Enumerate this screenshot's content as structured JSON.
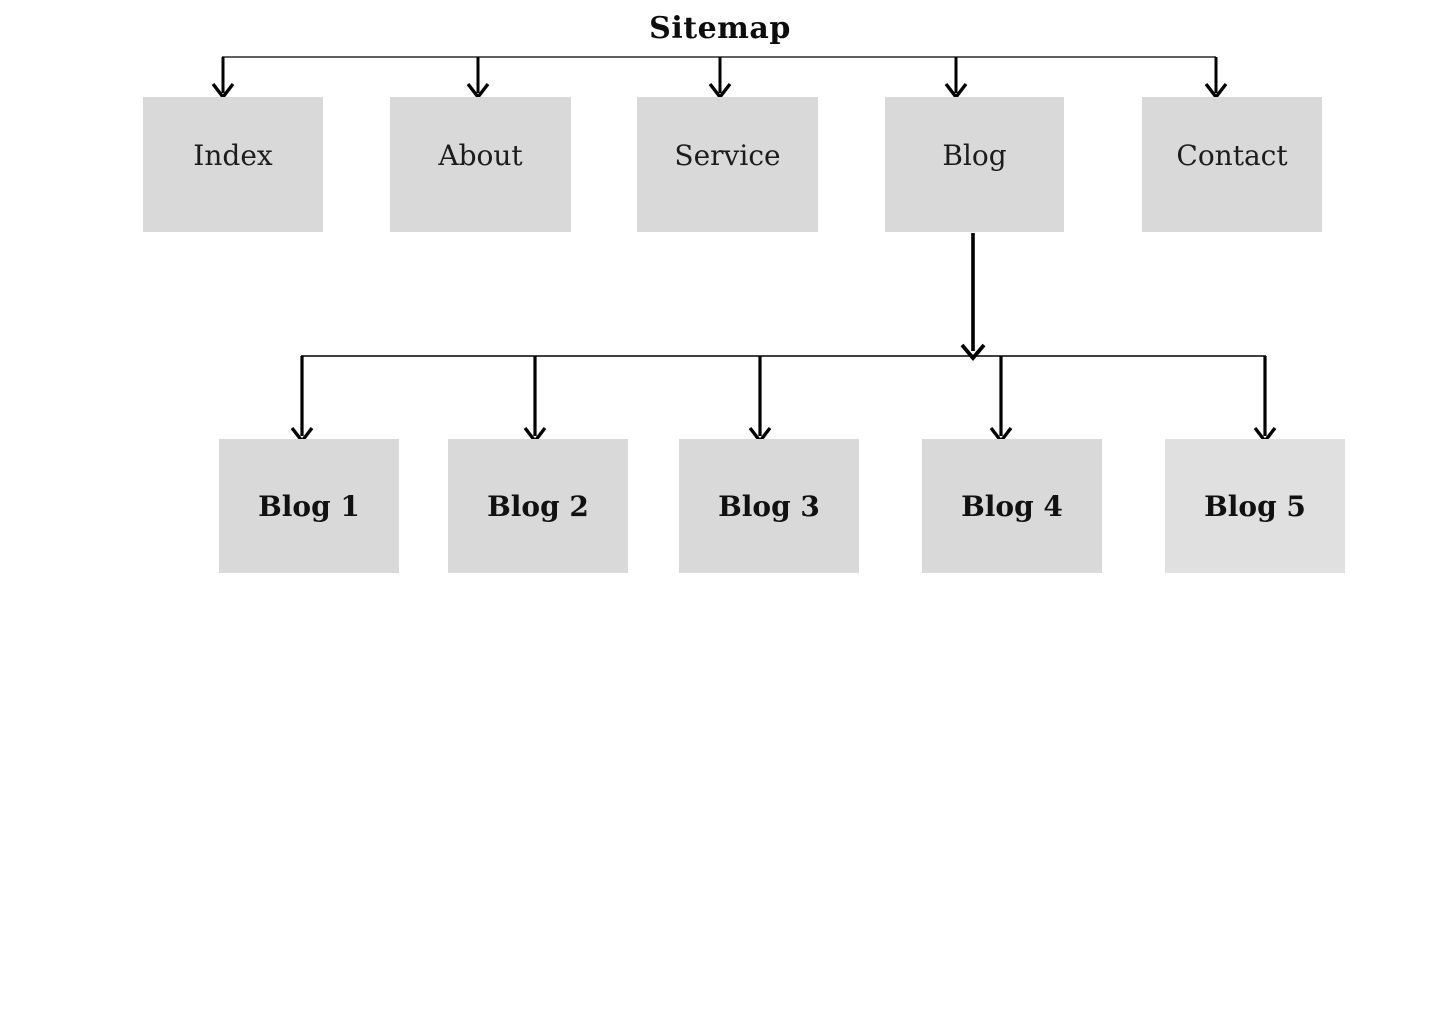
{
  "title": "Sitemap",
  "colors": {
    "box_fill": "#d9d9d9",
    "box_fill_light": "#e0e0e0",
    "connector": "#000000",
    "text": "#1c1c1c",
    "background": "#ffffff"
  },
  "level1": [
    {
      "label": "Index"
    },
    {
      "label": "About"
    },
    {
      "label": "Service"
    },
    {
      "label": "Blog"
    },
    {
      "label": "Contact"
    }
  ],
  "level2": [
    {
      "label": "Blog 1"
    },
    {
      "label": "Blog 2"
    },
    {
      "label": "Blog 3"
    },
    {
      "label": "Blog 4"
    },
    {
      "label": "Blog 5"
    }
  ]
}
